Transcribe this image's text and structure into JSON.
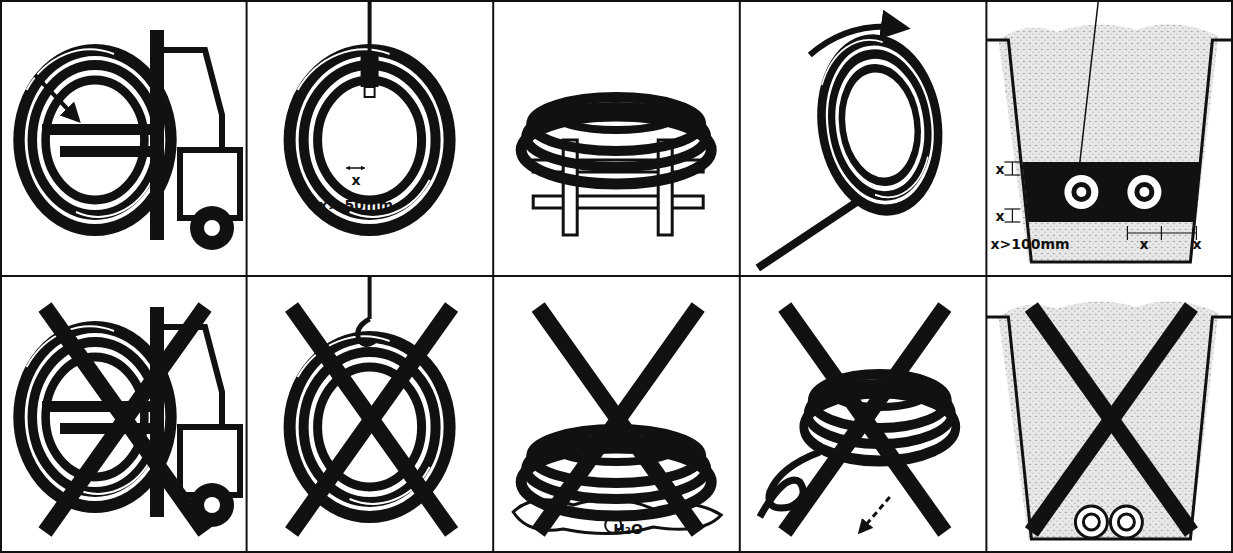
{
  "diagram": {
    "labels": [
      "x",
      "x> 50mm",
      "x",
      "x",
      "x>100mm",
      "x",
      "x",
      "H₂O"
    ]
  }
}
